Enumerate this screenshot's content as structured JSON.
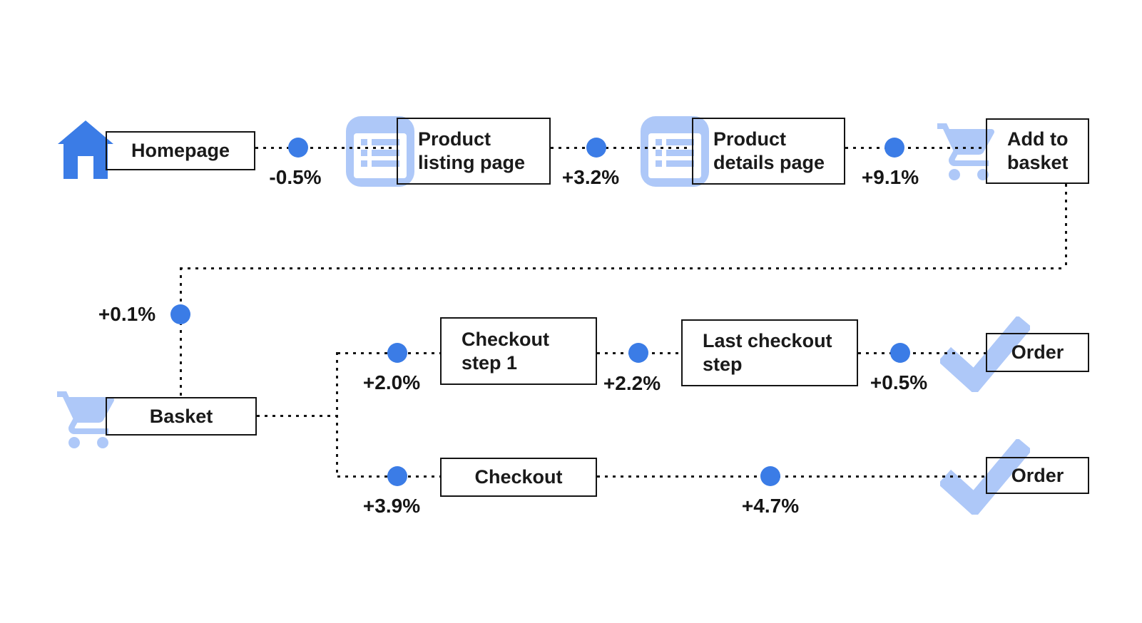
{
  "colors": {
    "node_blue": "#3B7CE6",
    "icon_light_blue": "#AEC8F8",
    "line_black": "#141414",
    "text": "#1A1A1A",
    "background": "#FFFFFF"
  },
  "icons": {
    "homepage": "home-icon",
    "product_listing": "list-page-icon",
    "product_details": "list-page-icon",
    "add_to_basket": "cart-icon",
    "basket": "cart-icon",
    "order": "check-icon"
  },
  "nodes": {
    "homepage": {
      "label": "Homepage"
    },
    "product_listing": {
      "line1": "Product",
      "line2": "listing page"
    },
    "product_details": {
      "line1": "Product",
      "line2": "details page"
    },
    "add_to_basket": {
      "line1": "Add to",
      "line2": "basket"
    },
    "basket": {
      "label": "Basket"
    },
    "checkout_step_1": {
      "line1": "Checkout",
      "line2": "step 1"
    },
    "last_checkout_step": {
      "line1": "Last checkout",
      "line2": "step"
    },
    "order_top": {
      "label": "Order"
    },
    "checkout": {
      "label": "Checkout"
    },
    "order_bottom": {
      "label": "Order"
    }
  },
  "edges": {
    "homepage_to_listing": {
      "label": "-0.5%"
    },
    "listing_to_details": {
      "label": "+3.2%"
    },
    "details_to_add_to_basket": {
      "label": "+9.1%"
    },
    "add_to_basket_to_basket": {
      "label": "+0.1%"
    },
    "basket_to_checkout_step_1": {
      "label": "+2.0%"
    },
    "checkout_step_1_to_last": {
      "label": "+2.2%"
    },
    "last_to_order": {
      "label": "+0.5%"
    },
    "basket_to_checkout": {
      "label": "+3.9%"
    },
    "checkout_to_order": {
      "label": "+4.7%"
    }
  }
}
